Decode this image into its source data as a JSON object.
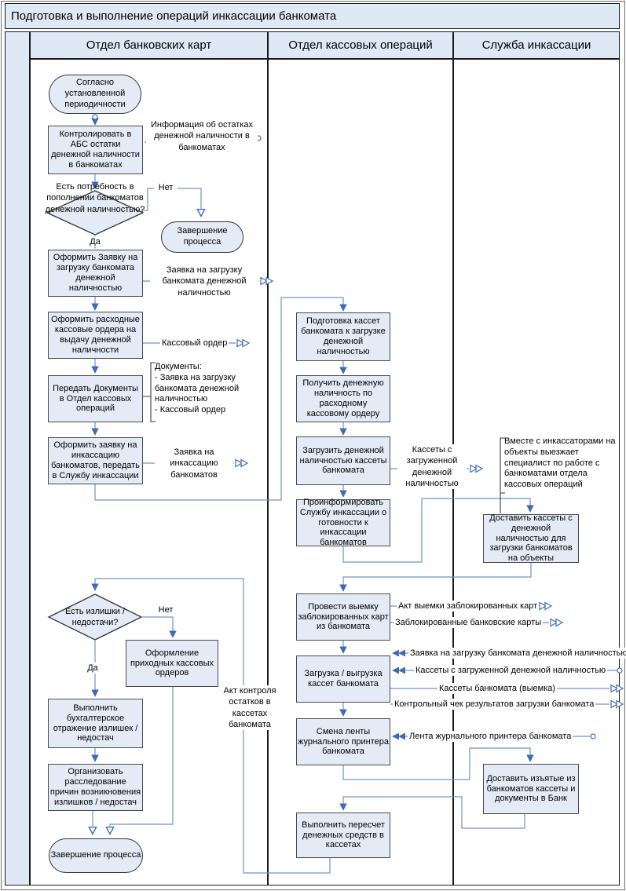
{
  "title": "Подготовка и выполнение операций инкассации банкомата",
  "lanes": [
    {
      "label": "Отдел банковских карт"
    },
    {
      "label": "Отдел кассовых операций"
    },
    {
      "label": "Служба инкассации"
    }
  ],
  "colors": {
    "header_fill": "#dfe9f5",
    "box_fill": "#e4ebf6",
    "flow_line": "#6f94c9",
    "arrow": "#3f6bb4",
    "border": "#1a1a1a"
  },
  "icons": {
    "doc_flow_out_icon": "▷▷",
    "doc_flow_in_icon": "◀◀",
    "connector_dot_icon": "○"
  },
  "nodes": {
    "start": "Согласно установленной периодичности",
    "check_abs": "Контролировать в АБС остатки денежной наличности в банкоматах",
    "info_balances": "Информация об остатках денежной наличности в банкоматах",
    "need_refill_q": "Есть потребность в пополнении банкоматов денежной наличностью?",
    "yes": "Да",
    "no": "Нет",
    "end_process": "Завершение процесса",
    "make_load_request": "Оформить Заявку на загрузку банкомата денежной наличностью",
    "load_request_doc": "Заявка на загрузку банкомата денежной наличностью",
    "make_cash_orders": "Оформить расходные кассовые ордера на выдачу денежной наличности",
    "cash_order_doc": "Кассовый ордер",
    "transfer_docs": "Передать Документы в Отдел кассовых операций",
    "docs_note": "Документы:\n- Заявка на загрузку банкомата денежной наличностью\n- Кассовый ордер",
    "make_collection_request": "Оформить заявку на инкассацию банкоматов, передать в Службу инкассации",
    "collection_request_doc": "Заявка на инкассацию банкоматов",
    "surplus_q": "Есть излишки / недостачи?",
    "incoming_orders": "Оформление приходных кассовых ордеров",
    "accounting": "Выполнить бухгалтерское отражение излишек / недостач",
    "investigation": "Организовать расследование причин возникновения излишков / недостач",
    "act_control_doc": "Акт контроля остатков в кассетах банкомата",
    "prepare_cassettes": "Подготовка кассет банкомата к загрузке денежной наличностью",
    "receive_cash": "Получить денежную наличность по расходному кассовому ордеру",
    "load_cassettes": "Загрузить денежной наличностью кассеты банкомата",
    "loaded_cassettes_doc": "Кассеты с загруженной денежной наличностью",
    "inform_collection": "Проинформировать Службу инкассации о готовности к инкассации банкоматов",
    "remove_blocked_cards": "Провести выемку заблокированных карт из банкомата",
    "removal_act_doc": "Акт выемки заблокированных карт",
    "blocked_cards_doc": "Заблокированные банковские карты",
    "load_unload": "Загрузка / выгрузка кассет банкомата",
    "cassettes_removed_doc": "Кассеты банкомата (выемка)",
    "control_check_doc": "Контрольный чек результатов загрузки банкомата",
    "change_tape": "Смена ленты журнального принтера банкомата",
    "printer_tape_doc": "Лента журнального принтера банкомата",
    "recount_cash": "Выполнить пересчет денежных средств в кассетах",
    "collectors_note": "Вместе с инкассаторами на объекты выезжает специалист по работе с банкоматами отдела кассовых операций",
    "deliver_cassettes": "Доставить кассеты с денежной наличностью для загрузки банкоматов на объекты",
    "deliver_to_bank": "Доставить изъятые из банкоматов кассеты и документы в Банк"
  }
}
